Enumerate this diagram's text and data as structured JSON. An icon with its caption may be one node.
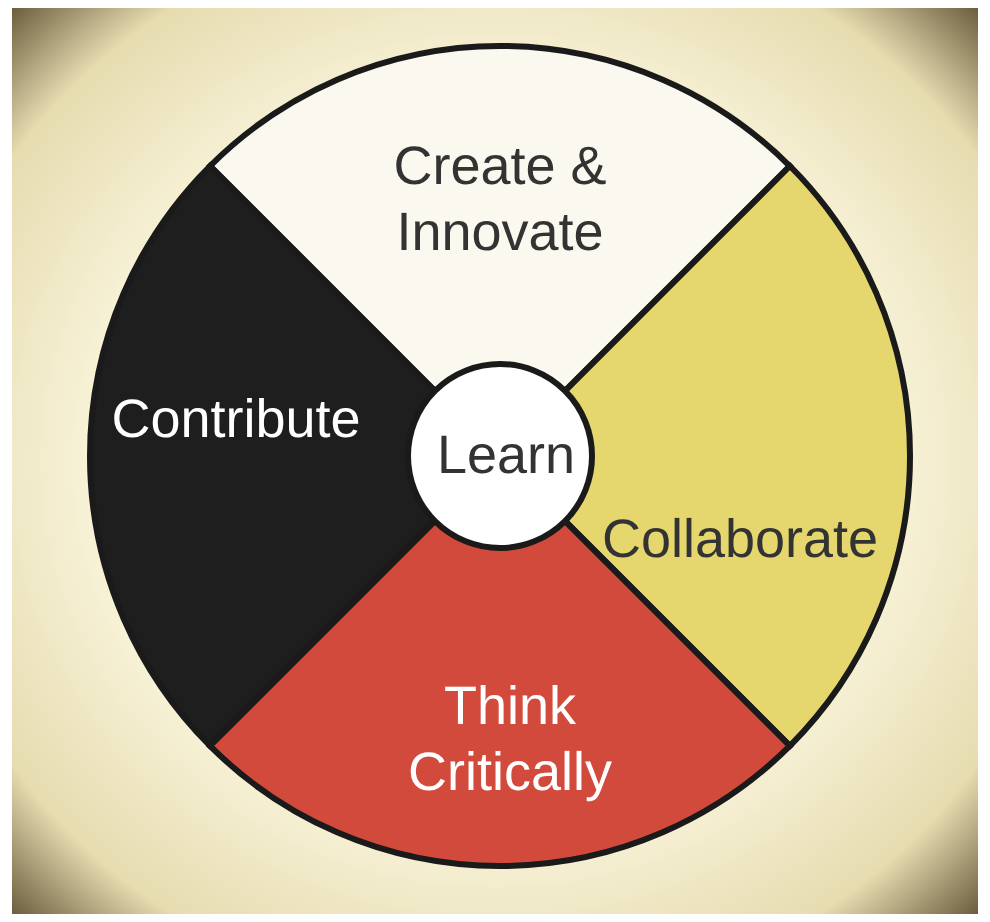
{
  "diagram": {
    "nodes": [
      {
        "text": [
          "Create & Innovate"
        ]
      },
      {
        "text": [
          "Contribute"
        ]
      },
      {
        "text": [
          "Learn"
        ]
      },
      {
        "text": [
          "Collaborate"
        ]
      },
      {
        "text": [
          "Think Critically"
        ]
      }
    ]
  }
}
